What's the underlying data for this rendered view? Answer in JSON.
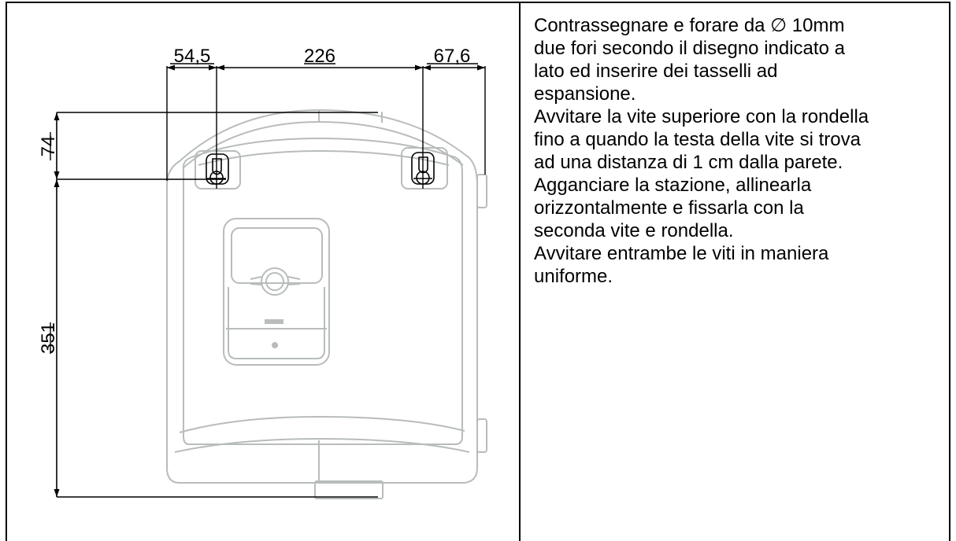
{
  "dimensions": {
    "left_offset": "54,5",
    "hole_spacing": "226",
    "right_offset": "67,6",
    "top_to_holes": "74",
    "holes_to_bottom": "351"
  },
  "instructions": {
    "paragraph_1": "Contrassegnare e forare da ∅ 10mm\ndue fori secondo il disegno indicato a\nlato ed inserire dei tasselli ad\nespansione.",
    "paragraph_2": "Avvitare la vite superiore con la rondella\nfino a quando la testa della vite si trova\nad una distanza di 1 cm dalla parete.",
    "paragraph_3": "Agganciare la stazione, allinearla\norizzontalmente e fissarla con la\nseconda vite e rondella.",
    "paragraph_4": "Avvitare entrambe le viti in maniera\nuniforme."
  },
  "colors": {
    "border": "#000000",
    "dimension_line": "#000000",
    "device_outline": "#b8bcbc"
  }
}
